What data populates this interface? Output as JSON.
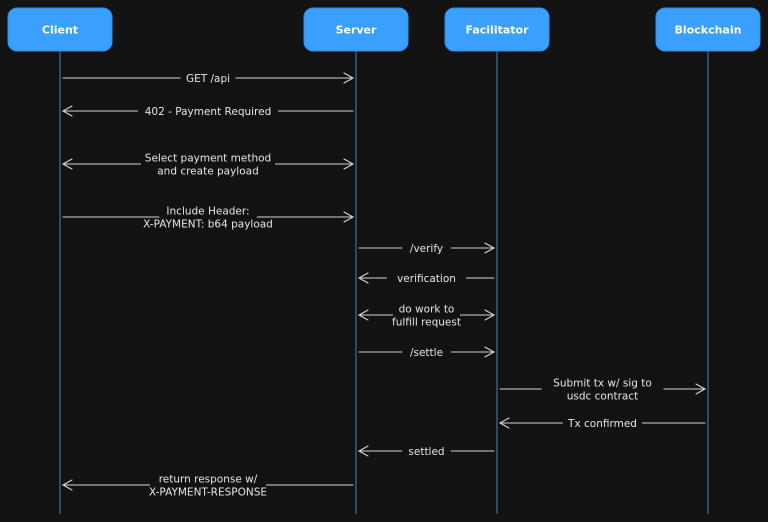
{
  "actors": [
    {
      "id": "client",
      "label": "Client"
    },
    {
      "id": "server",
      "label": "Server"
    },
    {
      "id": "facilitator",
      "label": "Facilitator"
    },
    {
      "id": "blockchain",
      "label": "Blockchain"
    }
  ],
  "messages": [
    {
      "from": "client",
      "to": "server",
      "lines": [
        "GET /api"
      ],
      "direction": "right"
    },
    {
      "from": "server",
      "to": "client",
      "lines": [
        "402 - Payment Required"
      ],
      "direction": "left"
    },
    {
      "from": "client",
      "to": "server",
      "lines": [
        "Select payment method",
        "and create payload"
      ],
      "direction": "both"
    },
    {
      "from": "client",
      "to": "server",
      "lines": [
        "Include Header:",
        "X-PAYMENT: b64 payload"
      ],
      "direction": "right"
    },
    {
      "from": "server",
      "to": "facilitator",
      "lines": [
        "/verify"
      ],
      "direction": "right"
    },
    {
      "from": "facilitator",
      "to": "server",
      "lines": [
        "verification"
      ],
      "direction": "left"
    },
    {
      "from": "server",
      "to": "facilitator",
      "lines": [
        "do work to",
        "fulfill request"
      ],
      "direction": "both"
    },
    {
      "from": "server",
      "to": "facilitator",
      "lines": [
        "/settle"
      ],
      "direction": "right"
    },
    {
      "from": "facilitator",
      "to": "blockchain",
      "lines": [
        "Submit tx w/ sig to",
        "usdc contract"
      ],
      "direction": "right"
    },
    {
      "from": "blockchain",
      "to": "facilitator",
      "lines": [
        "Tx confirmed"
      ],
      "direction": "left"
    },
    {
      "from": "facilitator",
      "to": "server",
      "lines": [
        "settled"
      ],
      "direction": "left"
    },
    {
      "from": "server",
      "to": "client",
      "lines": [
        "return response w/",
        "X-PAYMENT-RESPONSE"
      ],
      "direction": "left"
    }
  ],
  "colors": {
    "background": "#121212",
    "actor_fill": "#3aa0ff",
    "lifeline": "#3a6fa8",
    "arrow": "#d4d4d4",
    "text": "#e6e6e6"
  }
}
